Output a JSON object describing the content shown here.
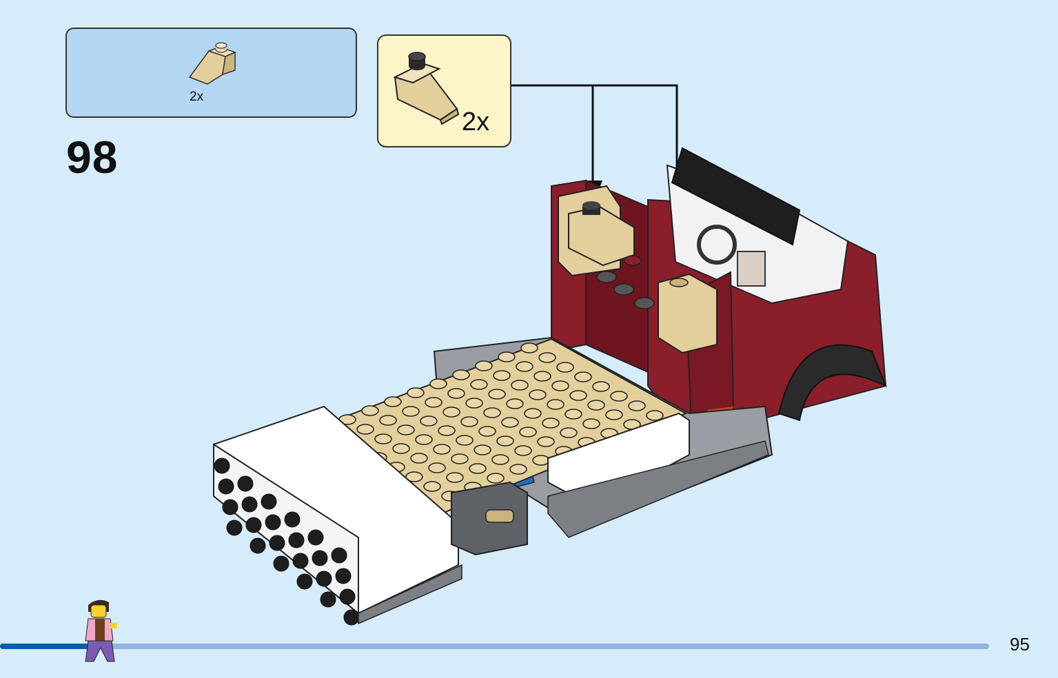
{
  "parts_list": {
    "quantity": "2x",
    "part_color": "#e3cf9c"
  },
  "callout": {
    "quantity": "2x",
    "part_color": "#e3cf9c"
  },
  "step": {
    "number": "98"
  },
  "page": {
    "number": "95"
  },
  "progress": {
    "fraction": 0.09,
    "filled_color": "#0b5cab",
    "track_color": "#8eb4e0"
  },
  "colors": {
    "tan": "#e3cf9c",
    "dark_red": "#8a1e2b",
    "white": "#ffffff",
    "dark_gray": "#5e6166",
    "blue": "#1c6fc4"
  }
}
